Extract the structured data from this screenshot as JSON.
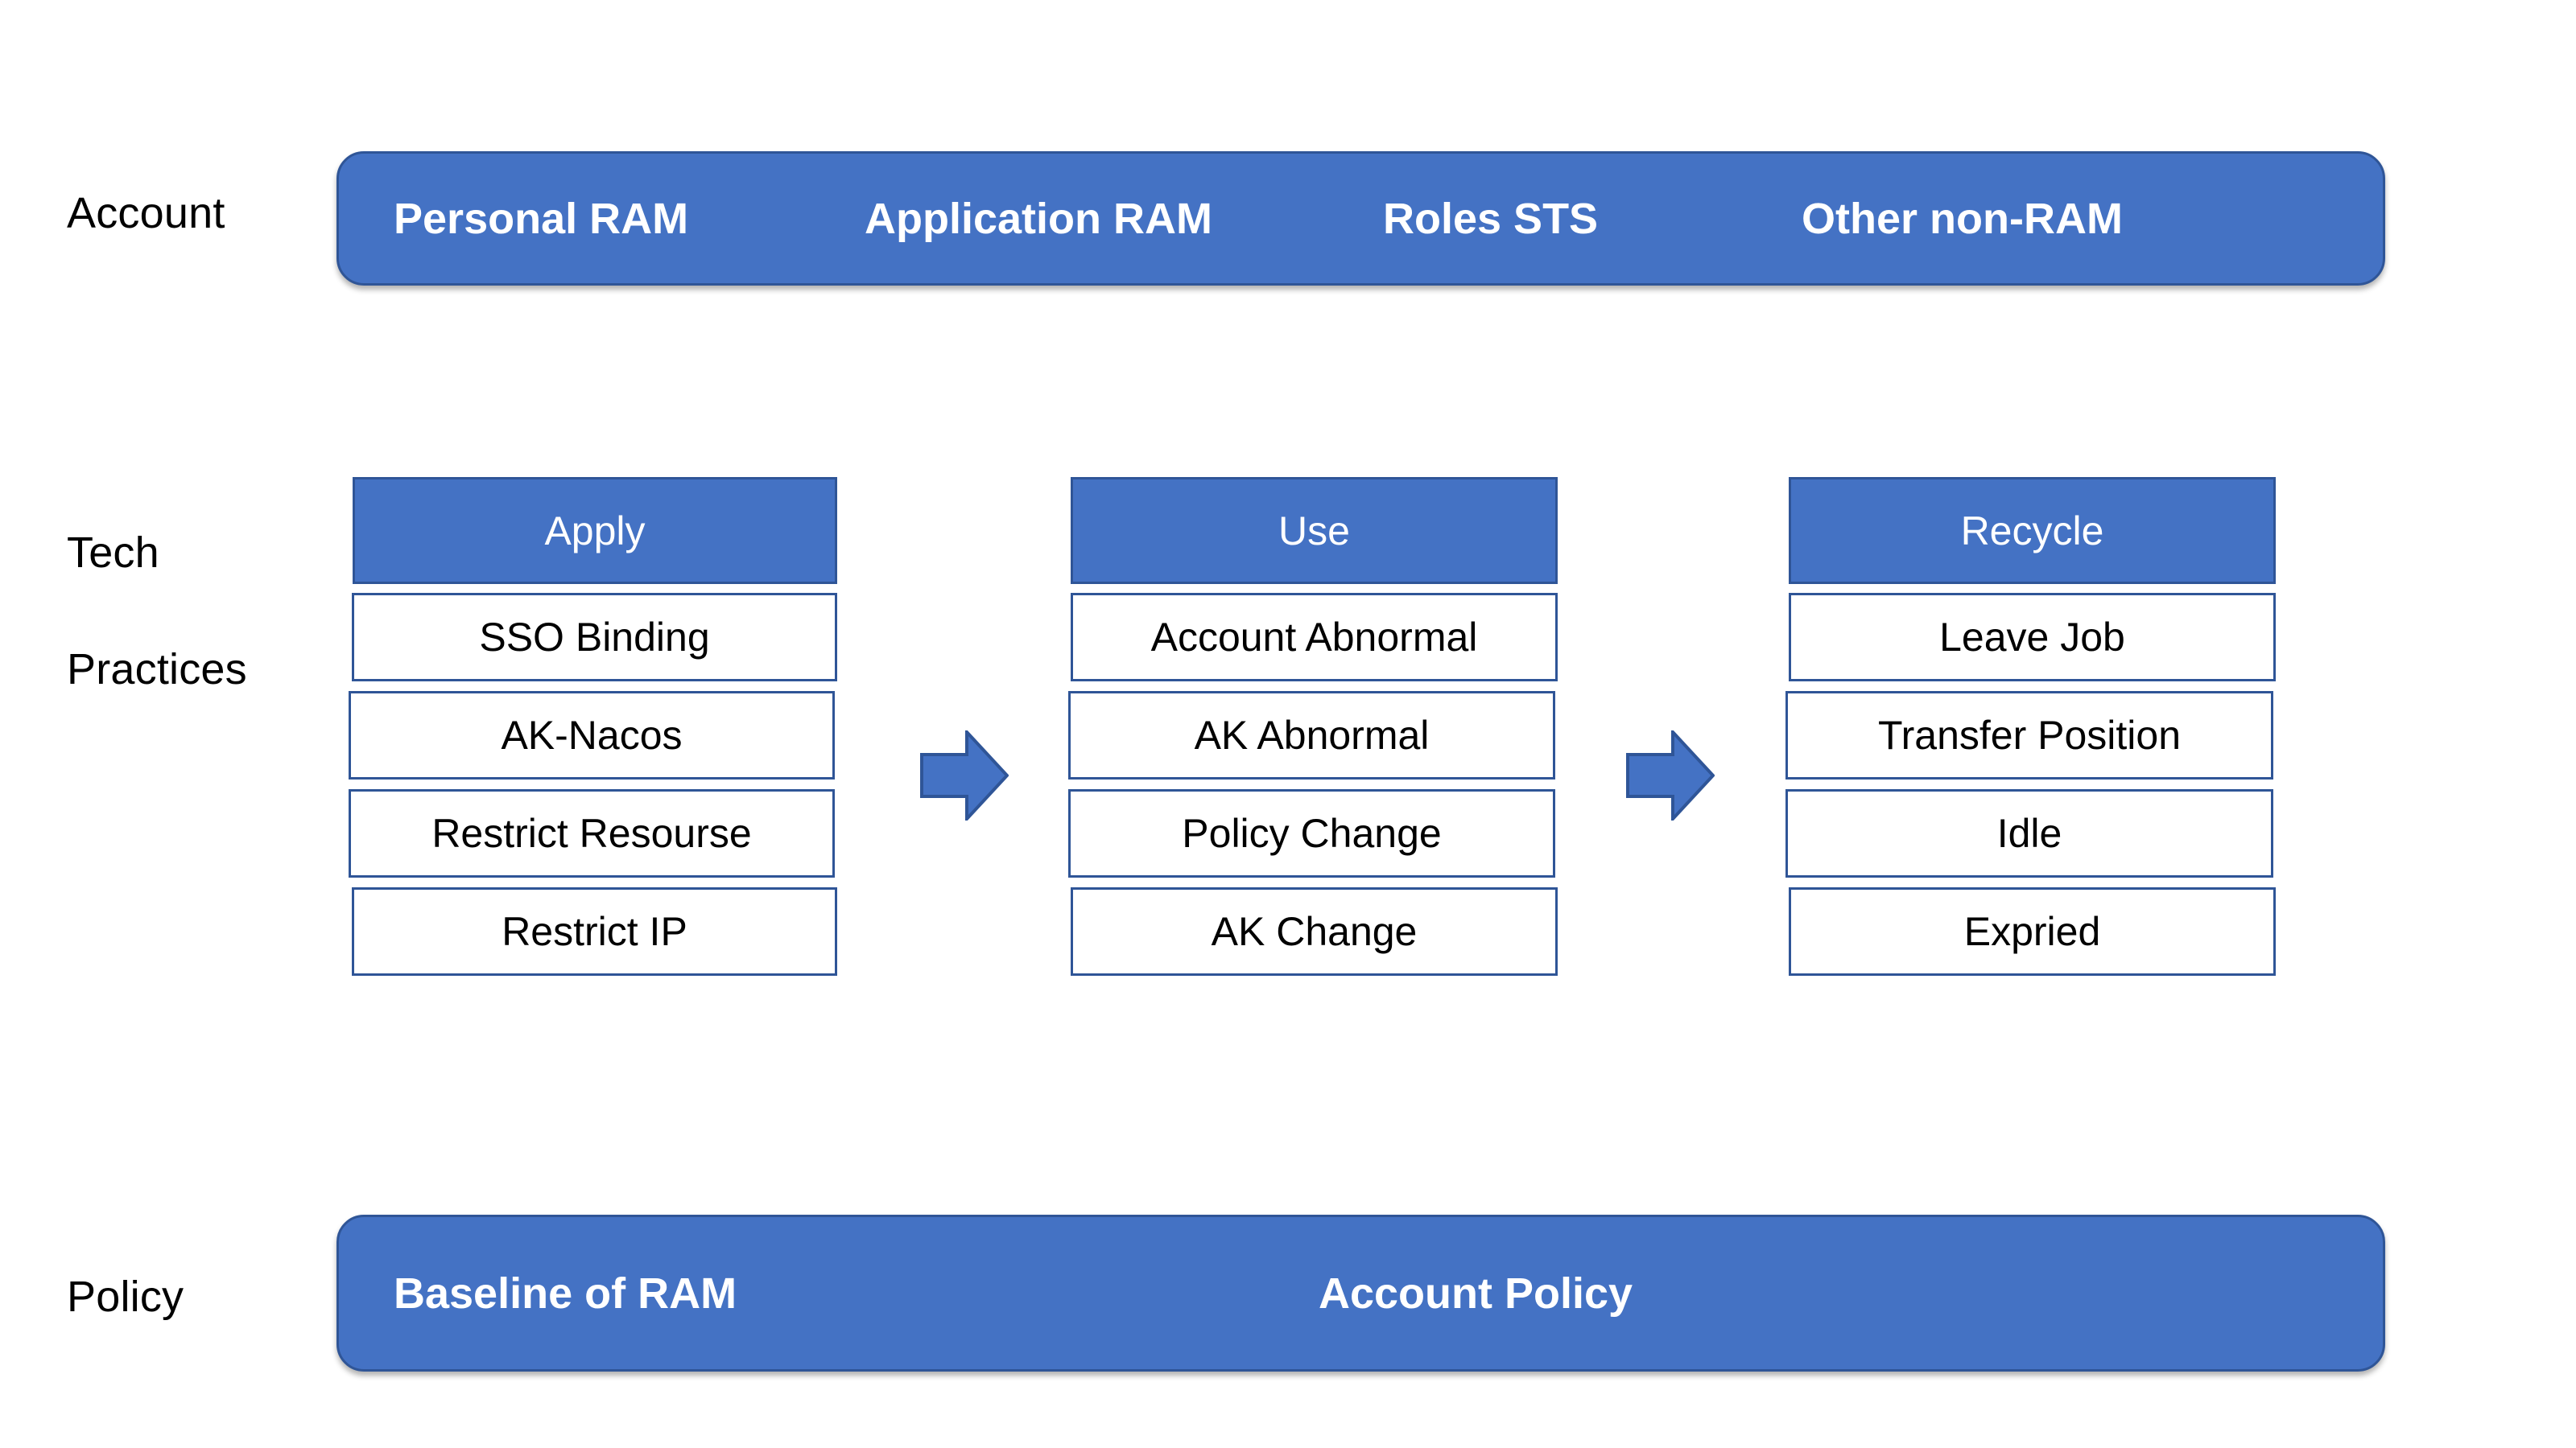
{
  "diagram": {
    "colors": {
      "fill_blue": "#4472C4",
      "outline_blue": "#2F5597",
      "box_fill": "#FFFFFF",
      "text_dark": "#000000",
      "text_light": "#FFFFFF",
      "page_background": "#FFFFFF"
    },
    "rows": {
      "account": {
        "label": "Account",
        "items": [
          {
            "label": "Personal RAM"
          },
          {
            "label": "Application RAM"
          },
          {
            "label": "Roles STS"
          },
          {
            "label": "Other non-RAM"
          }
        ]
      },
      "tech_practices": {
        "label_line1": "Tech",
        "label_line2": "Practices",
        "columns": [
          {
            "header": "Apply",
            "items": [
              "SSO Binding",
              "AK-Nacos",
              "Restrict Resourse",
              "Restrict IP"
            ]
          },
          {
            "header": "Use",
            "items": [
              "Account Abnormal",
              "AK Abnormal",
              "Policy Change",
              "AK Change"
            ]
          },
          {
            "header": "Recycle",
            "items": [
              "Leave Job",
              "Transfer Position",
              "Idle",
              "Expried"
            ]
          }
        ],
        "connectors": [
          {
            "icon": "right-arrow-icon",
            "from": "Apply",
            "to": "Use"
          },
          {
            "icon": "right-arrow-icon",
            "from": "Use",
            "to": "Recycle"
          }
        ]
      },
      "policy": {
        "label": "Policy",
        "items": [
          {
            "label": "Baseline of RAM"
          },
          {
            "label": "Account Policy"
          }
        ]
      }
    }
  }
}
